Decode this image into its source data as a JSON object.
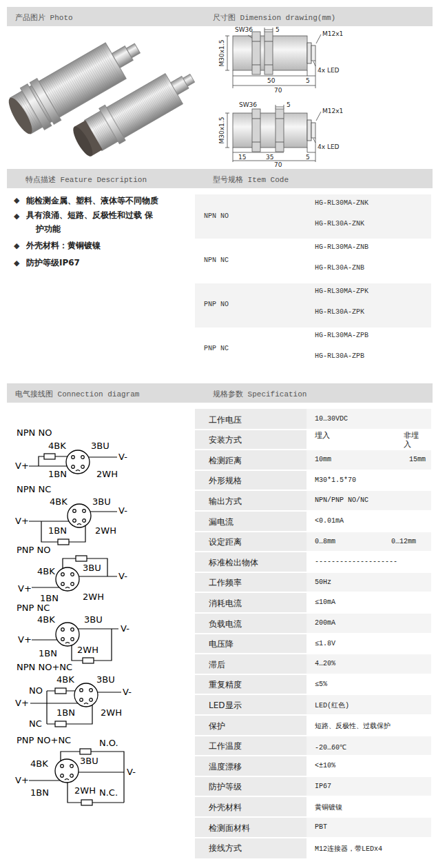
{
  "diagram": {
    "nodes": [
      {
        "text": [
          "产品图片 Photo"
        ]
      },
      {
        "text": [
          "尺寸图 Dimension drawing(mm)"
        ]
      },
      {
        "text": [
          "特点描述 Feature Description"
        ]
      },
      {
        "text": [
          "型号规格 Item Code"
        ]
      },
      {
        "text": [
          "电气接线图 Connection diagram"
        ]
      },
      {
        "text": [
          "规格参数 Specification"
        ]
      }
    ],
    "labels": [
      "SW36",
      "5",
      "M30x1.5",
      "M12x1",
      "4x LED",
      "50",
      "70",
      "5",
      "SW36",
      "5",
      "M30x1.5",
      "M12x1",
      "4x LED",
      "15",
      "35",
      "5",
      "70",
      "◆",
      "能检测金属、塑料、液体等不同物质",
      "◆",
      "具有浪涌、短路、反极性和过载 保护功能",
      "◆",
      "外壳材料：黄铜镀镍",
      "◆",
      "防护等级IP67",
      "NPN NO",
      "HG-RL30MA-ZNK",
      "HG-RL30A-ZNK",
      "NPN NC",
      "HG-RL30MA-ZNB",
      "HG-RL30A-ZNB",
      "PNP NO",
      "HG-RL30MA-ZPK",
      "HG-RL30A-ZPK",
      "PNP NC",
      "HG-RL30MA-ZPB",
      "HG-RL30A-ZPB",
      "NPN NO",
      "4BK",
      "3BU",
      "V+",
      "V-",
      "1BN",
      "2WH",
      "NPN NC",
      "4BK",
      "3BU",
      "V+",
      "V-",
      "1BN",
      "2WH",
      "PNP NO",
      "4BK",
      "3BU",
      "V+",
      "V-",
      "1BN",
      "2WH",
      "PNP NC",
      "4BK",
      "3BU",
      "V+",
      "V-",
      "1BN",
      "2WH",
      "NPN NO+NC",
      "4BK",
      "3BU",
      "NO",
      "V+",
      "V-",
      "1BN",
      "2WH",
      "NC",
      "PNP NO+NC",
      "N.O.",
      "4BK",
      "3BU",
      "V+",
      "V-",
      "1BN",
      "2WH",
      "N.C.",
      "工作电压",
      "10…30VDC",
      "安装方式",
      "埋入",
      "非埋入",
      "检测距离",
      "10mm",
      "15mm",
      "外形规格",
      "M30*1.5*70",
      "输出方式",
      "NPN/PNP NO/NC",
      "漏电流",
      "<0.01mA",
      "设定距离",
      "0…8mm",
      "0…12mm",
      "标准检出物体",
      "--------------------",
      "工作频率",
      "50Hz",
      "消耗电流",
      "≤10mA",
      "负载电流",
      "200mA",
      "电压降",
      "≤1.8V",
      "滞后",
      "4…20%",
      "重复精度",
      "≤5%",
      "LED显示",
      "LED(红色)",
      "保护",
      "短路、反极性、过载保护",
      "工作温度",
      "-20…60℃",
      "温度漂移",
      "<±10%",
      "防护等级",
      "IP67",
      "外壳材料",
      "黄铜镀镍",
      "检测面材料",
      "PBT",
      "接线方式",
      "M12连接器，带LEDx4"
    ]
  }
}
